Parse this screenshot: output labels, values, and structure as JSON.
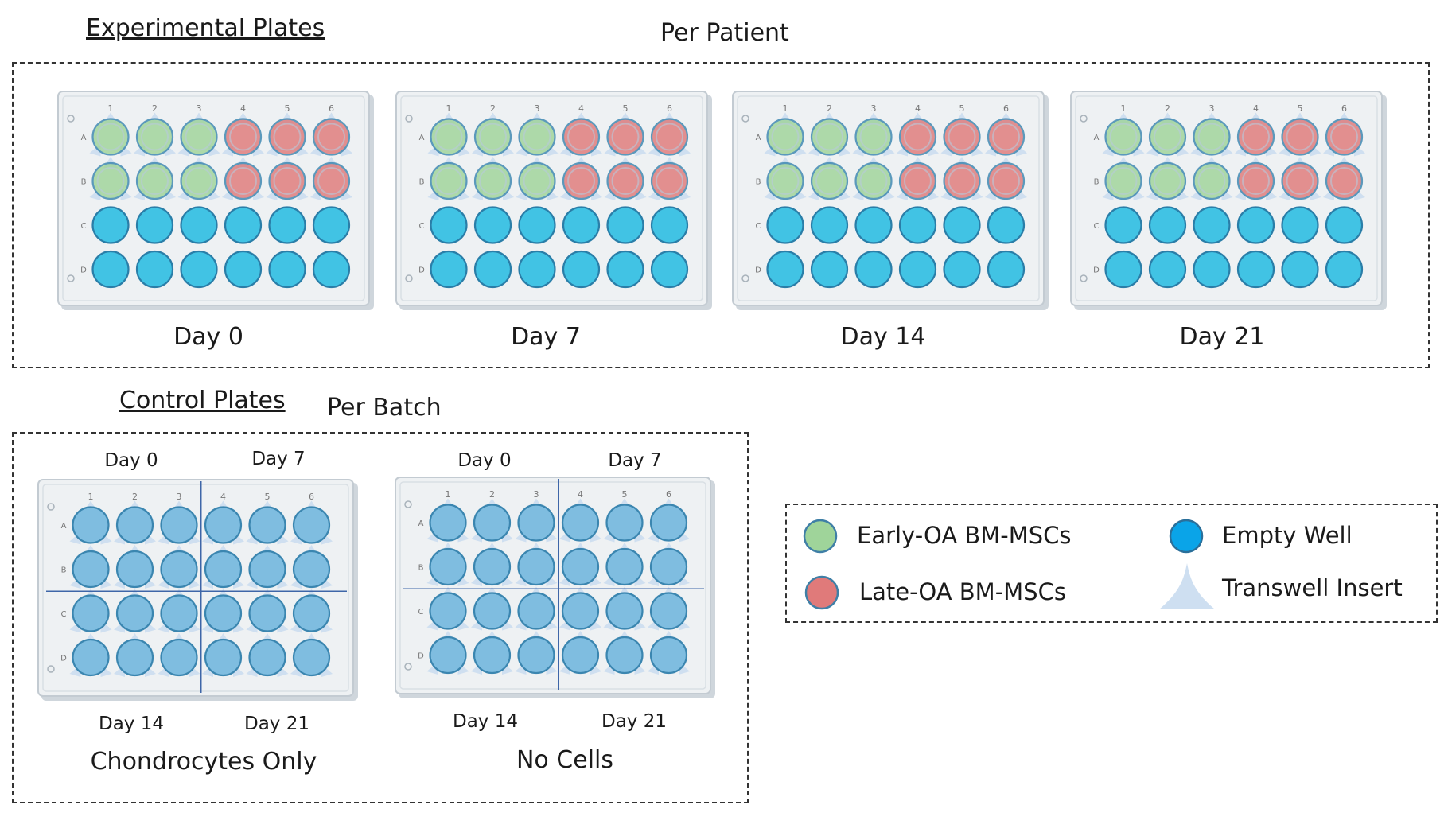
{
  "experimental": {
    "title": "Experimental Plates",
    "subtitle": "Per Patient",
    "plates": [
      {
        "label": "Day 0"
      },
      {
        "label": "Day 7"
      },
      {
        "label": "Day 14"
      },
      {
        "label": "Day 21"
      }
    ]
  },
  "control": {
    "title": "Control Plates",
    "subtitle": "Per Batch",
    "plates": [
      {
        "name": "Chondrocytes Only",
        "quadrants": [
          "Day 0",
          "Day 7",
          "Day 14",
          "Day 21"
        ]
      },
      {
        "name": "No Cells",
        "quadrants": [
          "Day 0",
          "Day 7",
          "Day 14",
          "Day 21"
        ]
      }
    ]
  },
  "plate": {
    "columns": [
      "1",
      "2",
      "3",
      "4",
      "5",
      "6"
    ],
    "rows": [
      "A",
      "B",
      "C",
      "D"
    ]
  },
  "legend": {
    "early": "Early-OA BM-MSCs",
    "late": "Late-OA BM-MSCs",
    "empty": "Empty Well",
    "transwell": "Transwell Insert"
  },
  "colors": {
    "early": "#9fd49a",
    "late": "#e07a7a",
    "empty": "#41c3e4",
    "control_well": "#7fbde0",
    "transwell": "#c9dcef",
    "legend_empty": "#0aa4e8"
  }
}
